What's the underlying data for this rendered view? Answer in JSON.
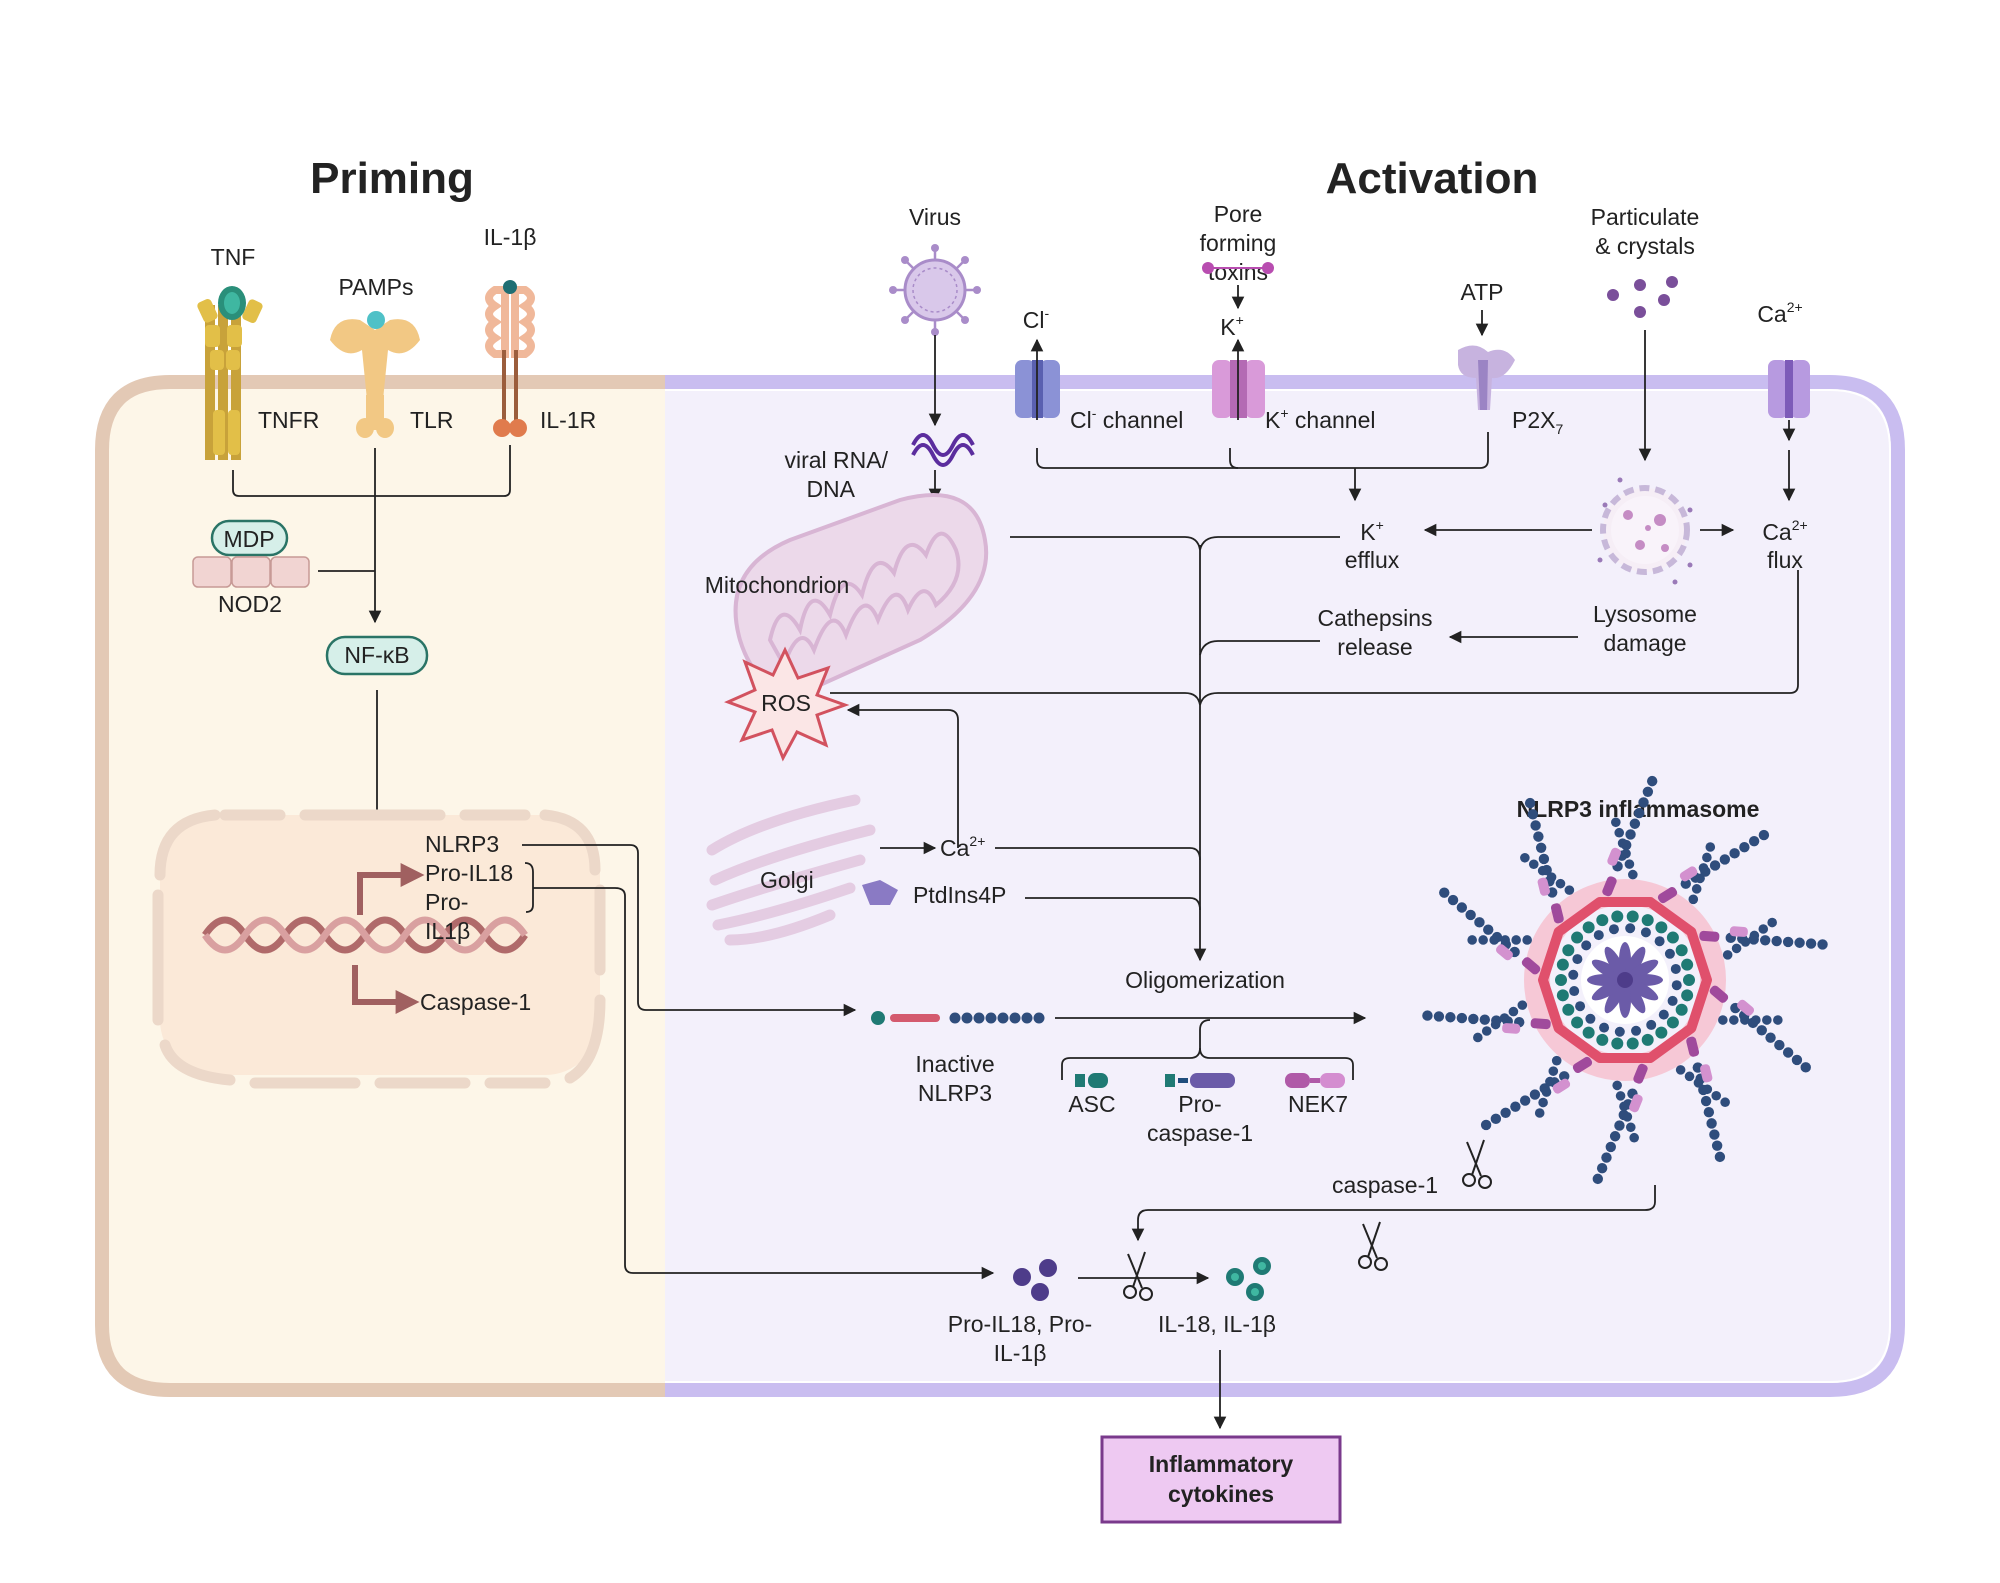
{
  "sections": {
    "priming": "Priming",
    "activation": "Activation"
  },
  "colors": {
    "priming_title": "#a87c3e",
    "activation_title": "#5a3f9c",
    "priming_bg": "#fdf6e8",
    "activation_bg": "#f3f0fb",
    "membrane_priming": "#e3c9b5",
    "membrane_activation": "#c9bdf0",
    "cytokine_box": "#eec9f2",
    "cytokine_border": "#7a3a8c"
  },
  "priming": {
    "ligands": {
      "tnf": "TNF",
      "pamps": "PAMPs",
      "il1b": "IL-1β"
    },
    "receptors": {
      "tnfr": "TNFR",
      "tlr": "TLR",
      "il1r": "IL-1R"
    },
    "mdp": "MDP",
    "nod2": "NOD2",
    "nfkb": "NF-κB",
    "genes": {
      "nlrp3": "NLRP3",
      "pro_il18": "Pro-IL18",
      "pro_il1b_1": "Pro-",
      "pro_il1b_2": "IL1β",
      "caspase1": "Caspase-1"
    }
  },
  "activation": {
    "virus": "Virus",
    "pore_1": "Pore",
    "pore_2": "forming",
    "pore_3": "toxins",
    "particulate_1": "Particulate",
    "particulate_2": "& crystals",
    "atp": "ATP",
    "cl_ion": "Cl",
    "cl_sup": "-",
    "k_ion": "K",
    "k_sup": "+",
    "ca_top": "Ca",
    "ca_top_sup": "2+",
    "cl_channel": "Cl",
    "cl_channel_sup": "-",
    "cl_channel_text": " channel",
    "k_channel": "K",
    "k_channel_sup": "+",
    "k_channel_text": " channel",
    "p2x7": "P2X",
    "p2x7_sub": "7",
    "viral_1": "viral RNA/",
    "viral_2": "DNA",
    "mitochondrion": "Mitochondrion",
    "ros": "ROS",
    "k_efflux_1": "K",
    "k_efflux_sup": "+",
    "k_efflux_2": "efflux",
    "ca_flux_1": "Ca",
    "ca_flux_sup": "2+",
    "ca_flux_2": "flux",
    "cathepsins_1": "Cathepsins",
    "cathepsins_2": "release",
    "lysosome_1": "Lysosome",
    "lysosome_2": "damage",
    "golgi": "Golgi",
    "ca_golgi": "Ca",
    "ca_golgi_sup": "2+",
    "ptdins": "PtdIns4P",
    "oligomerization": "Oligomerization",
    "inactive_1": "Inactive",
    "inactive_2": "NLRP3",
    "asc": "ASC",
    "procasp_1": "Pro-",
    "procasp_2": "caspase-1",
    "nek7": "NEK7",
    "inflammasome": "NLRP3 inflammasome",
    "caspase1": "caspase-1",
    "pro_cyt_1": "Pro-IL18, Pro-",
    "pro_cyt_2": "IL-1β",
    "il_cyt": "IL-18, IL-1β",
    "cytokines_1": "Inflammatory",
    "cytokines_2": "cytokines"
  }
}
